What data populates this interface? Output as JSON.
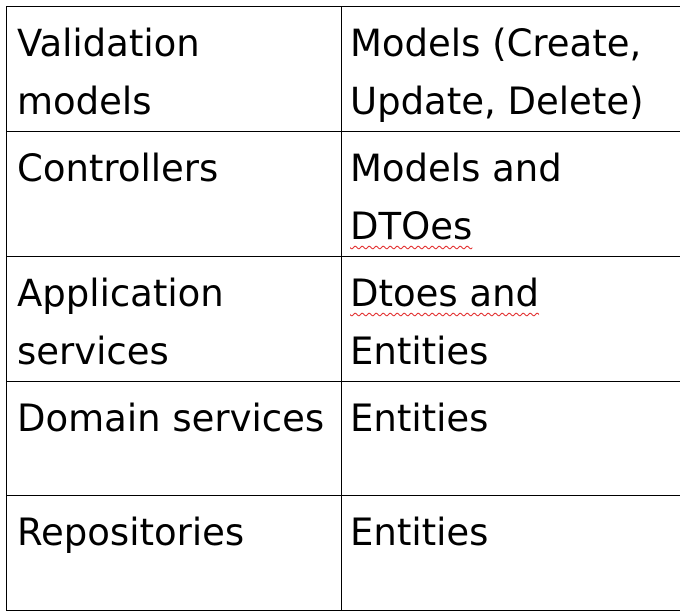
{
  "table": {
    "rows": [
      {
        "left": [
          "Validation",
          "models"
        ],
        "right": [
          "Models (Create,",
          "Update, Delete)"
        ]
      },
      {
        "left": [
          "Controllers"
        ],
        "right": [
          "Models and",
          "DTOes"
        ]
      },
      {
        "left": [
          "Application",
          "services"
        ],
        "right": [
          "Dtoes and",
          "Entities"
        ]
      },
      {
        "left": [
          "Domain services"
        ],
        "right": [
          "Entities"
        ]
      },
      {
        "left": [
          "Repositories"
        ],
        "right": [
          "Entities"
        ]
      }
    ]
  },
  "colors": {
    "text": "#000000",
    "border": "#000000",
    "spellcheck_underline": "#e02020"
  }
}
